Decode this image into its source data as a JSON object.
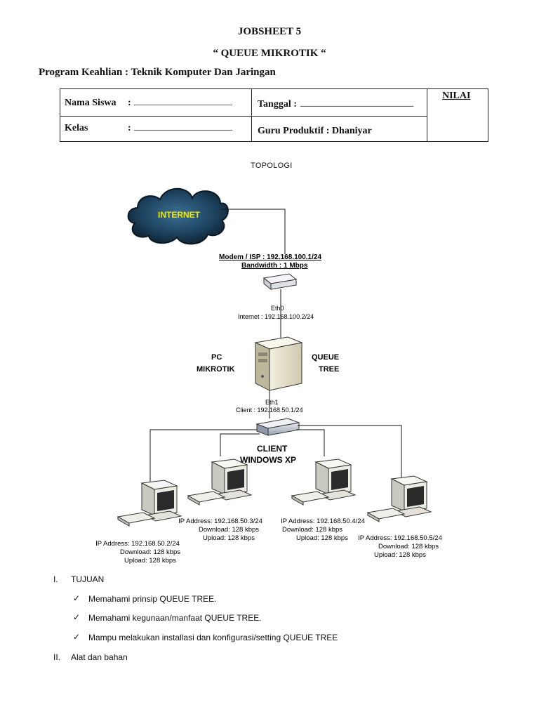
{
  "header": {
    "title": "JOBSHEET 5",
    "subtitle": "“ QUEUE MIKROTIK “",
    "program": "Program Keahlian : Teknik Komputer Dan Jaringan"
  },
  "identity": {
    "name_label": "Nama Siswa",
    "name_colon": ":",
    "name_blank": "____________________",
    "class_label": "Kelas",
    "class_colon": ":",
    "class_blank": "____________________",
    "date_label": "Tanggal :",
    "date_blank": "_______________________",
    "teacher": "Guru Produktif : Dhaniyar",
    "score_label": "NILAI"
  },
  "topology": {
    "label": "TOPOLOGI",
    "internet": "INTERNET",
    "modem_line1": "Modem / ISP : 192.168.100.1/24",
    "modem_line2": "Bandwidth : 1 Mbps",
    "eth0": "Eth0",
    "eth0_ip": "Internet : 192.168.100.2/24",
    "pc_label_1": "PC",
    "pc_label_2": "MIKROTIK",
    "queue_label_1": "QUEUE",
    "queue_label_2": "TREE",
    "eth1": "Eth1",
    "eth1_ip": "Client : 192.168.50.1/24",
    "client_label_1": "CLIENT",
    "client_label_2": "WINDOWS XP",
    "clients": [
      {
        "ip": "IP Address: 192.168.50.2/24",
        "download": "Download: 128 kbps",
        "upload": "Upload: 128 kbps"
      },
      {
        "ip": "IP Address: 192.168.50.3/24",
        "download": "Download: 128 kbps",
        "upload": "Upload: 128 kbps"
      },
      {
        "ip": "IP Address: 192.168.50.4/24",
        "download": "Download: 128 kbps",
        "upload": "Upload: 128 kbps"
      },
      {
        "ip": "IP Address: 192.168.50.5/24",
        "download": "Download: 128 kbps",
        "upload": "Upload: 128 kbps"
      }
    ]
  },
  "sections": {
    "s1_num": "I.",
    "s1_title": "TUJUAN",
    "objectives": [
      "Memahami prinsip QUEUE TREE.",
      "Memahami kegunaan/manfaat QUEUE TREE.",
      "Mampu melakukan installasi dan konfigurasi/setting QUEUE TREE"
    ],
    "s2_num": "II.",
    "s2_title": "Alat dan bahan"
  },
  "icons": {
    "check": "check-icon",
    "cloud": "cloud-icon",
    "modem": "modem-icon",
    "server": "server-icon",
    "switch": "switch-icon",
    "computer": "computer-icon"
  }
}
